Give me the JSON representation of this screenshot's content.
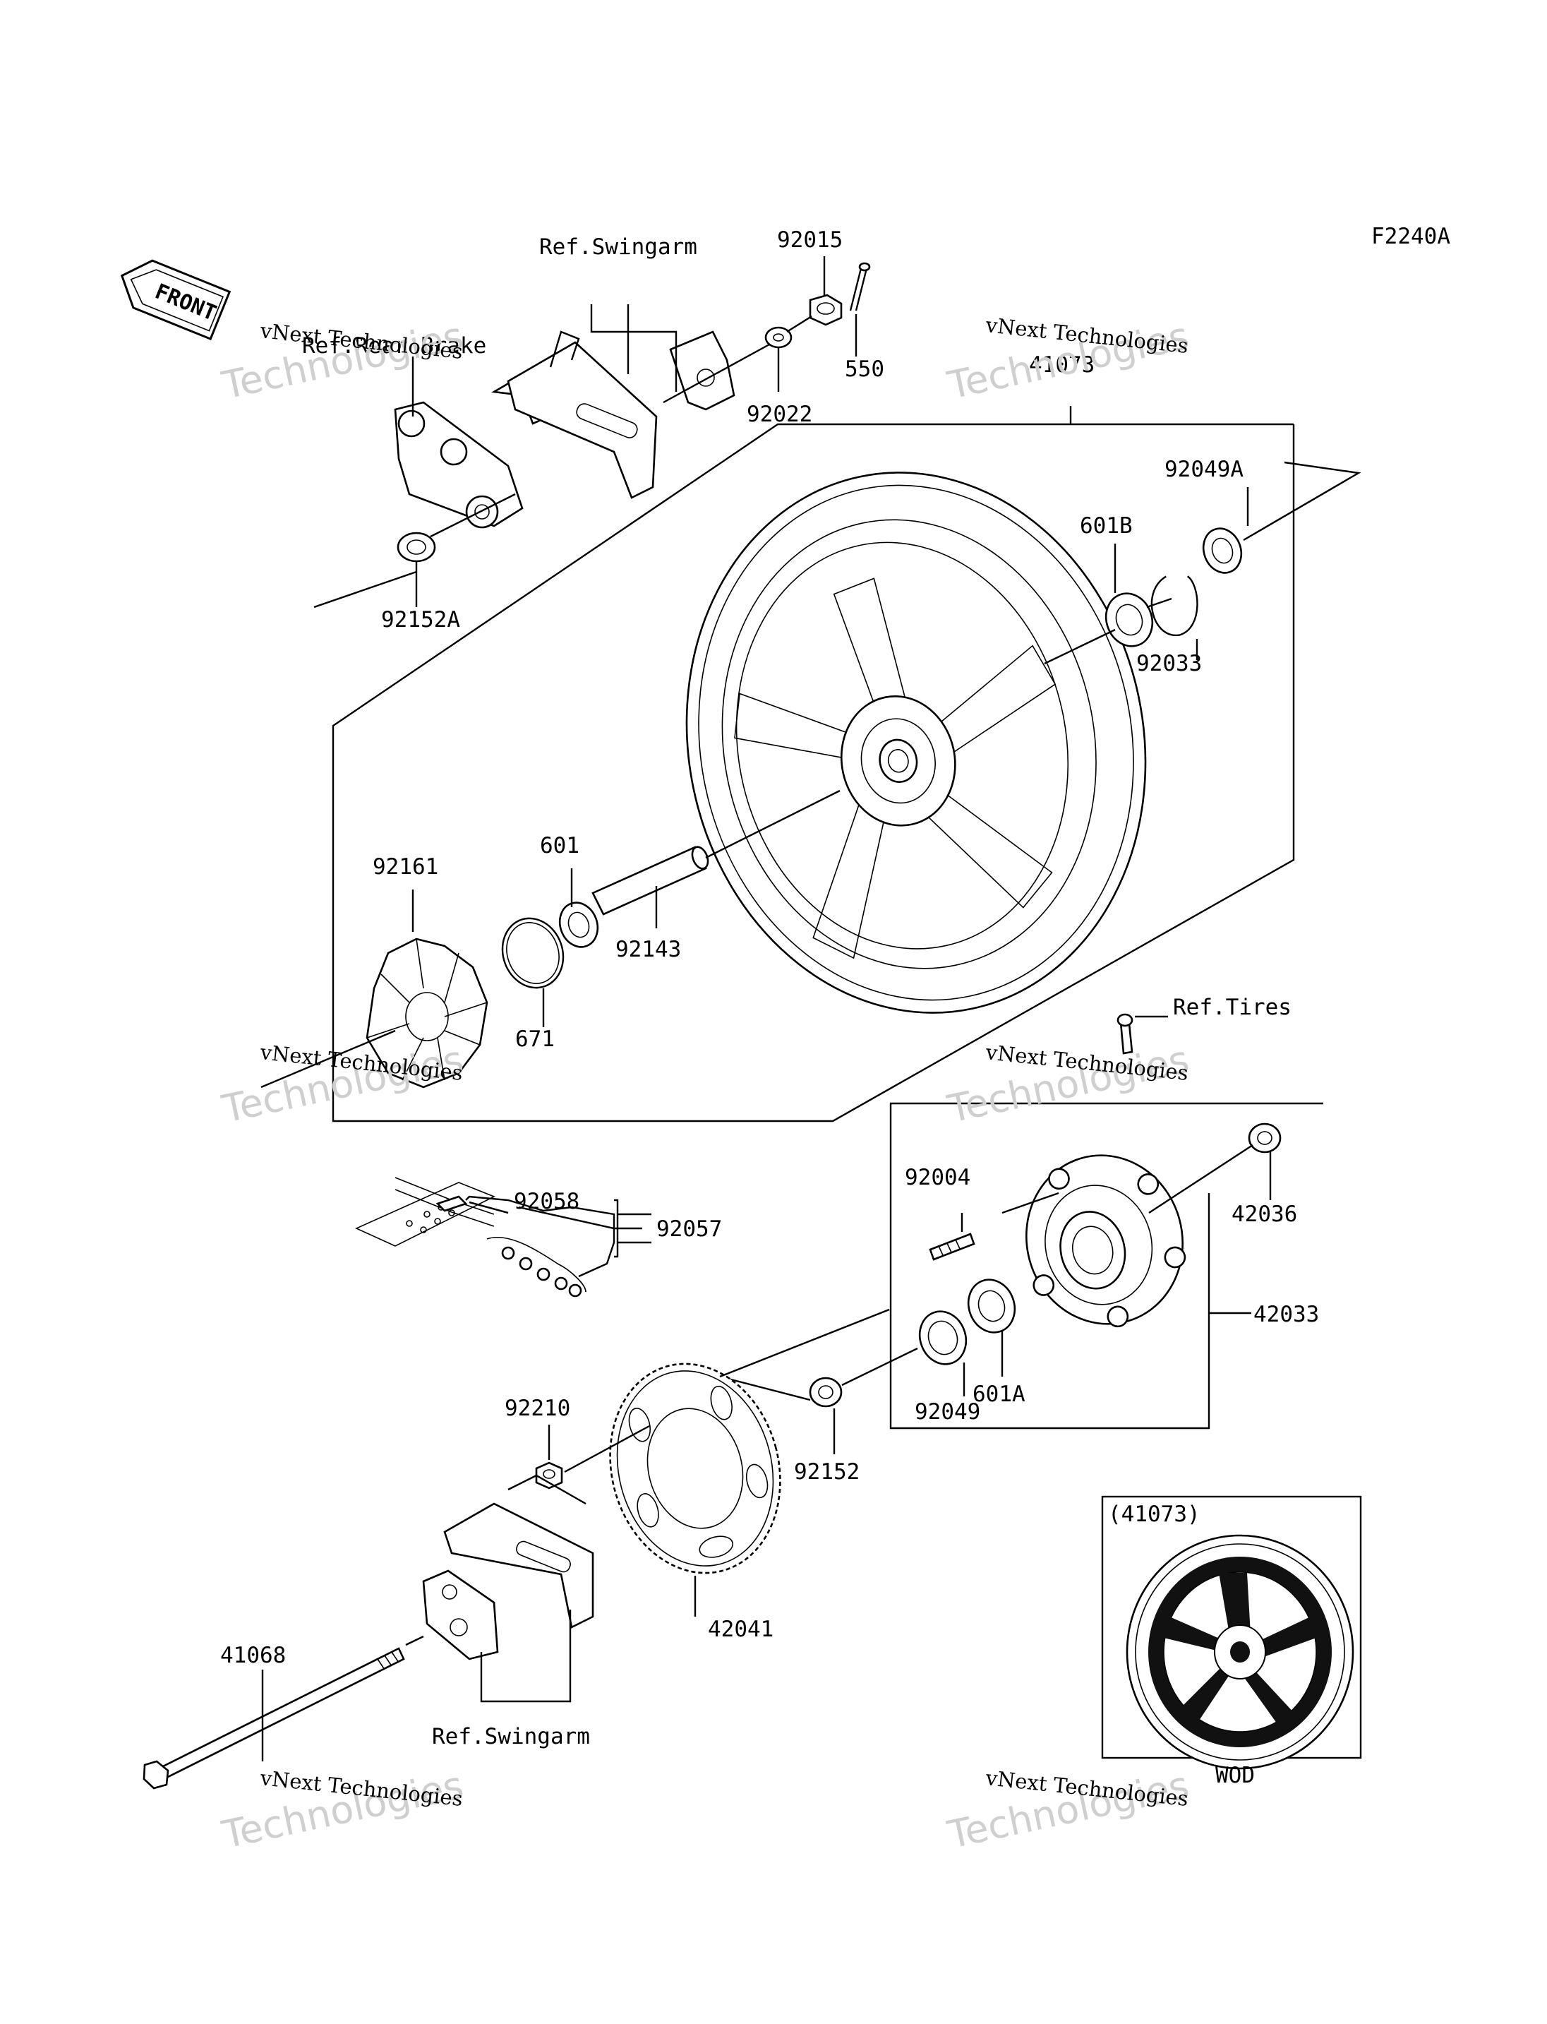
{
  "figure_code": "F2240A",
  "front_label": "FRONT",
  "watermark": {
    "line1": "vNext Technologies",
    "line2": "Technologies"
  },
  "parts": {
    "p92015": "92015",
    "p550": "550",
    "p92022": "92022",
    "p41073": "41073",
    "p92049A": "92049A",
    "p601B": "601B",
    "p92033": "92033",
    "p92152A": "92152A",
    "p92161": "92161",
    "p601": "601",
    "p92143": "92143",
    "p671": "671",
    "p92058": "92058",
    "p92057": "92057",
    "p92004": "92004",
    "p42036": "42036",
    "p42033": "42033",
    "p601A": "601A",
    "p92049": "92049",
    "p92210": "92210",
    "p92152": "92152",
    "p42041": "42041",
    "p41068": "41068"
  },
  "refs": {
    "swingarm_top": "Ref.Swingarm",
    "rear_brake": "Ref.Rear Brake",
    "tires": "Ref.Tires",
    "swingarm_bottom": "Ref.Swingarm"
  },
  "inset": {
    "title": "(41073)",
    "variant": "WOD"
  }
}
